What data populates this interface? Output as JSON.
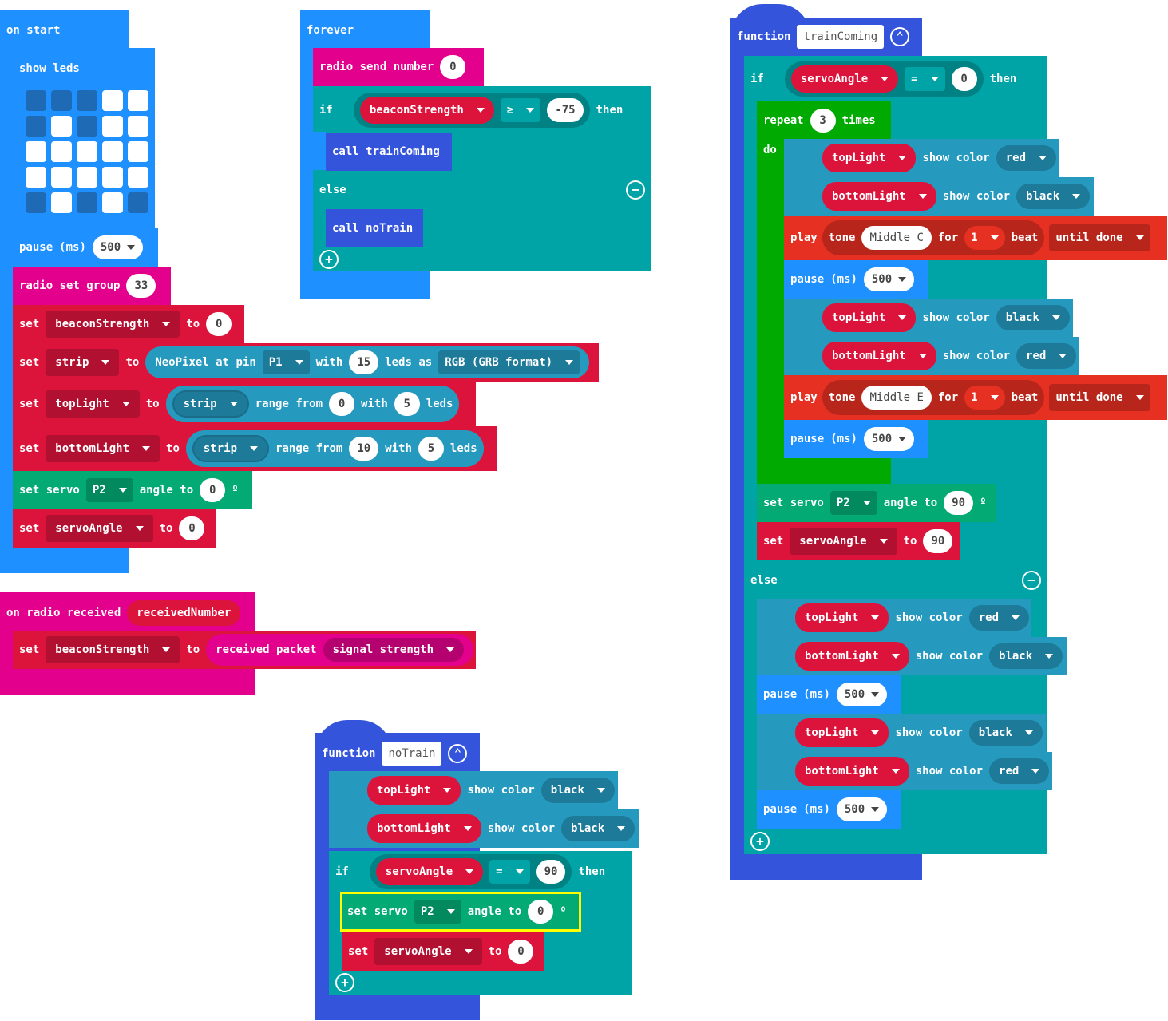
{
  "colors": {
    "basic": "#1e90ff",
    "radio": "#e3008c",
    "variables": "#dc143c",
    "logic": "#00a4a6",
    "servo": "#03aa74",
    "neopixel": "#2699bf",
    "functions": "#3455db",
    "loops": "#00aa00",
    "music": "#e63022",
    "highlight": "#ffff00"
  },
  "icons": [
    "collapse-up-icon",
    "minus-circle-icon",
    "plus-circle-icon",
    "dropdown-arrow-icon"
  ],
  "on_start": {
    "label": "on start",
    "show_leds": "show leds",
    "leds": [
      [
        0,
        0,
        0,
        1,
        1
      ],
      [
        0,
        1,
        0,
        1,
        1
      ],
      [
        1,
        1,
        1,
        1,
        1
      ],
      [
        1,
        1,
        1,
        1,
        1
      ],
      [
        0,
        1,
        0,
        1,
        0
      ]
    ],
    "pause_label": "pause",
    "pause_unit": "(ms)",
    "pause_value": "500",
    "radio_set_group": "radio set group",
    "group_value": "33",
    "set": "set",
    "to": "to",
    "beaconStrength": "beaconStrength",
    "beacon_value": "0",
    "strip": "strip",
    "neopixel_at_pin": "NeoPixel at pin",
    "pin": "P1",
    "with": "with",
    "leds_count": "15",
    "leds_as": "leds as",
    "rgb_format": "RGB (GRB format)",
    "topLight": "topLight",
    "range_from": "range from",
    "top_from": "0",
    "top_with": "5",
    "leds_word": "leds",
    "bottomLight": "bottomLight",
    "bottom_from": "10",
    "bottom_with": "5",
    "set_servo": "set servo",
    "servo_pin": "P2",
    "angle_to": "angle to",
    "servo_angle_value": "0",
    "degree": "º",
    "servoAngle": "servoAngle",
    "servoAngle_value": "0"
  },
  "forever": {
    "label": "forever",
    "radio_send_number": "radio send number",
    "send_value": "0",
    "if": "if",
    "var": "beaconStrength",
    "op": "≥",
    "compare_value": "-75",
    "then": "then",
    "call_trainComing": "call trainComing",
    "else": "else",
    "call_noTrain": "call noTrain"
  },
  "on_radio_received": {
    "label": "on radio received",
    "param": "receivedNumber",
    "set": "set",
    "var": "beaconStrength",
    "to": "to",
    "received_packet": "received packet",
    "property": "signal strength"
  },
  "function_trainComing": {
    "function": "function",
    "name": "trainComing",
    "if": "if",
    "var": "servoAngle",
    "op": "=",
    "compare_value": "0",
    "then": "then",
    "repeat": "repeat",
    "times_value": "3",
    "times": "times",
    "do": "do",
    "topLight": "topLight",
    "bottomLight": "bottomLight",
    "show_color": "show color",
    "red": "red",
    "black": "black",
    "play": "play",
    "tone": "tone",
    "note1": "Middle C",
    "note2": "Middle E",
    "for": "for",
    "beats_value": "1",
    "beat": "beat",
    "until_done": "until done",
    "pause": "pause",
    "ms": "(ms)",
    "pause_value": "500",
    "set_servo": "set servo",
    "servo_pin": "P2",
    "angle_to": "angle to",
    "servo_value": "90",
    "degree": "º",
    "set": "set",
    "to": "to",
    "set_value": "90",
    "else": "else"
  },
  "function_noTrain": {
    "function": "function",
    "name": "noTrain",
    "topLight": "topLight",
    "bottomLight": "bottomLight",
    "show_color": "show color",
    "black": "black",
    "if": "if",
    "var": "servoAngle",
    "op": "=",
    "compare_value": "90",
    "then": "then",
    "set_servo": "set servo",
    "servo_pin": "P2",
    "angle_to": "angle to",
    "servo_value": "0",
    "degree": "º",
    "set": "set",
    "to": "to",
    "set_value": "0"
  }
}
